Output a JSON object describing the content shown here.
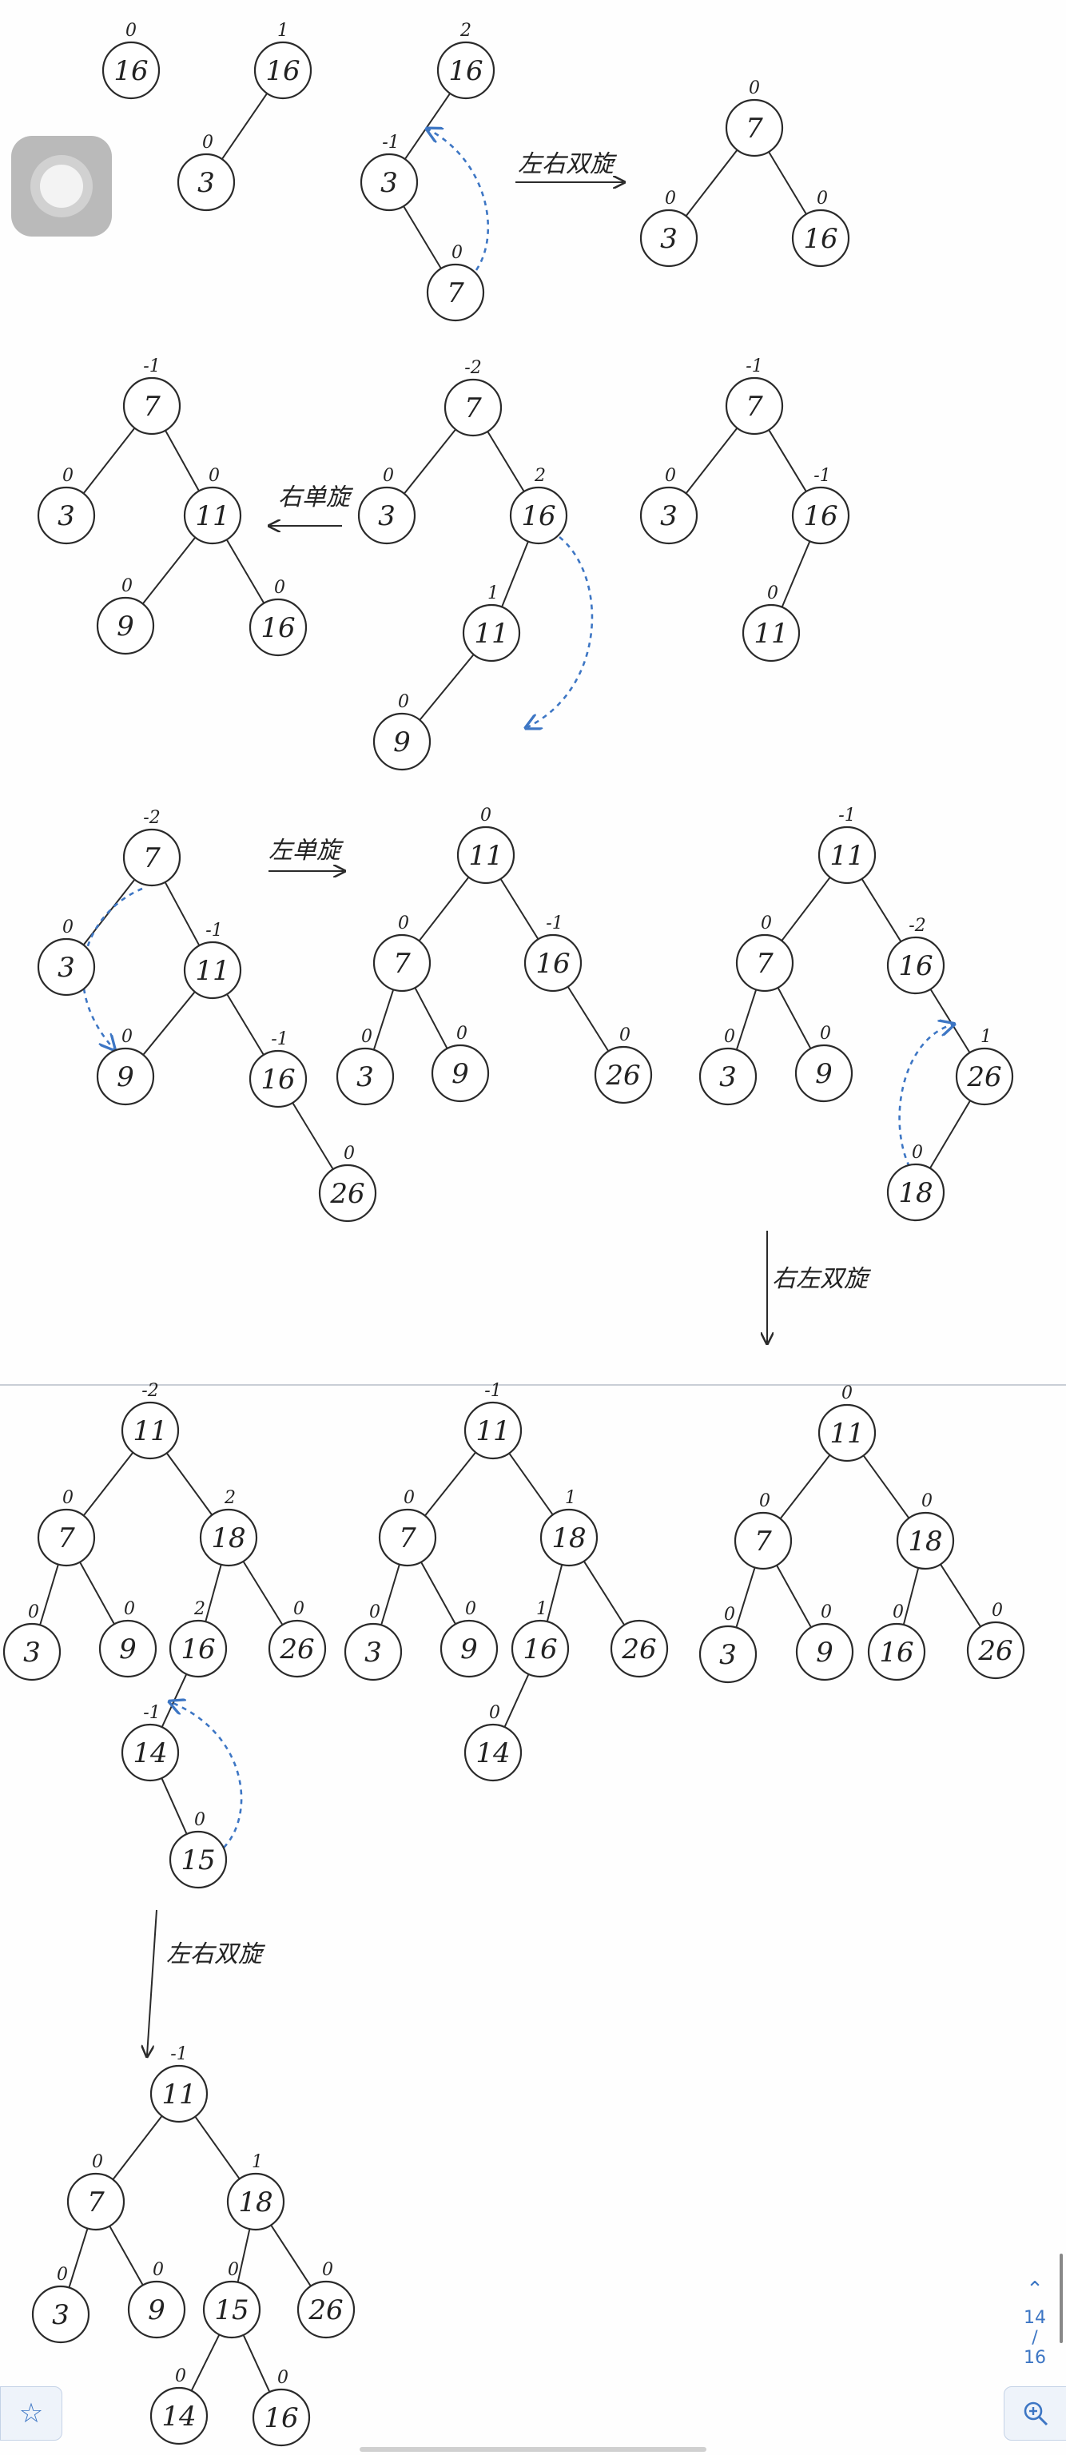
{
  "ui": {
    "page_current": "14",
    "page_separator": "/",
    "page_total": "16",
    "scroll_up_icon": "chevron-up-icon",
    "bookmark_icon": "star-icon",
    "zoom_icon": "zoom-in-icon",
    "accent_color": "#3d76c4"
  },
  "diagram": {
    "trees": [
      {
        "id": "t1",
        "nodes": [
          {
            "id": "a",
            "label": "16",
            "bf": "0"
          }
        ],
        "edges": []
      },
      {
        "id": "t2",
        "nodes": [
          {
            "id": "a",
            "label": "16",
            "bf": "1"
          },
          {
            "id": "b",
            "label": "3",
            "bf": "0"
          }
        ],
        "edges": [
          [
            "a",
            "b"
          ]
        ]
      },
      {
        "id": "t3",
        "nodes": [
          {
            "id": "a",
            "label": "16",
            "bf": "2"
          },
          {
            "id": "b",
            "label": "3",
            "bf": "-1"
          },
          {
            "id": "c",
            "label": "7",
            "bf": "0"
          }
        ],
        "edges": [
          [
            "a",
            "b"
          ],
          [
            "b",
            "c"
          ]
        ]
      },
      {
        "id": "t4",
        "nodes": [
          {
            "id": "a",
            "label": "7",
            "bf": "0"
          },
          {
            "id": "b",
            "label": "3",
            "bf": "0"
          },
          {
            "id": "c",
            "label": "16",
            "bf": "0"
          }
        ],
        "edges": [
          [
            "a",
            "b"
          ],
          [
            "a",
            "c"
          ]
        ]
      },
      {
        "id": "t5",
        "nodes": [
          {
            "id": "a",
            "label": "7",
            "bf": "-1"
          },
          {
            "id": "b",
            "label": "3",
            "bf": "0"
          },
          {
            "id": "c",
            "label": "11",
            "bf": "0"
          },
          {
            "id": "d",
            "label": "9",
            "bf": "0"
          },
          {
            "id": "e",
            "label": "16",
            "bf": "0"
          }
        ],
        "edges": [
          [
            "a",
            "b"
          ],
          [
            "a",
            "c"
          ],
          [
            "c",
            "d"
          ],
          [
            "c",
            "e"
          ]
        ]
      },
      {
        "id": "t6",
        "nodes": [
          {
            "id": "a",
            "label": "7",
            "bf": "-2"
          },
          {
            "id": "b",
            "label": "3",
            "bf": "0"
          },
          {
            "id": "c",
            "label": "16",
            "bf": "2"
          },
          {
            "id": "d",
            "label": "11",
            "bf": "1"
          },
          {
            "id": "e",
            "label": "9",
            "bf": "0"
          }
        ],
        "edges": [
          [
            "a",
            "b"
          ],
          [
            "a",
            "c"
          ],
          [
            "c",
            "d"
          ],
          [
            "d",
            "e"
          ]
        ]
      },
      {
        "id": "t7",
        "nodes": [
          {
            "id": "a",
            "label": "7",
            "bf": "-1"
          },
          {
            "id": "b",
            "label": "3",
            "bf": "0"
          },
          {
            "id": "c",
            "label": "16",
            "bf": "-1"
          },
          {
            "id": "d",
            "label": "11",
            "bf": "0"
          }
        ],
        "edges": [
          [
            "a",
            "b"
          ],
          [
            "a",
            "c"
          ],
          [
            "c",
            "d"
          ]
        ]
      },
      {
        "id": "t8",
        "nodes": [
          {
            "id": "a",
            "label": "7",
            "bf": "-2"
          },
          {
            "id": "b",
            "label": "3",
            "bf": "0"
          },
          {
            "id": "c",
            "label": "11",
            "bf": "-1"
          },
          {
            "id": "d",
            "label": "9",
            "bf": "0"
          },
          {
            "id": "e",
            "label": "16",
            "bf": "-1"
          },
          {
            "id": "f",
            "label": "26",
            "bf": "0"
          }
        ],
        "edges": [
          [
            "a",
            "b"
          ],
          [
            "a",
            "c"
          ],
          [
            "c",
            "d"
          ],
          [
            "c",
            "e"
          ],
          [
            "e",
            "f"
          ]
        ]
      },
      {
        "id": "t9",
        "nodes": [
          {
            "id": "a",
            "label": "11",
            "bf": "0"
          },
          {
            "id": "b",
            "label": "7",
            "bf": "0"
          },
          {
            "id": "c",
            "label": "16",
            "bf": "-1"
          },
          {
            "id": "d",
            "label": "3",
            "bf": "0"
          },
          {
            "id": "e",
            "label": "9",
            "bf": "0"
          },
          {
            "id": "f",
            "label": "26",
            "bf": "0"
          }
        ],
        "edges": [
          [
            "a",
            "b"
          ],
          [
            "a",
            "c"
          ],
          [
            "b",
            "d"
          ],
          [
            "b",
            "e"
          ],
          [
            "c",
            "f"
          ]
        ]
      },
      {
        "id": "t10",
        "nodes": [
          {
            "id": "a",
            "label": "11",
            "bf": "-1"
          },
          {
            "id": "b",
            "label": "7",
            "bf": "0"
          },
          {
            "id": "c",
            "label": "16",
            "bf": "-2"
          },
          {
            "id": "d",
            "label": "3",
            "bf": "0"
          },
          {
            "id": "e",
            "label": "9",
            "bf": "0"
          },
          {
            "id": "f",
            "label": "26",
            "bf": "1"
          },
          {
            "id": "g",
            "label": "18",
            "bf": "0"
          }
        ],
        "edges": [
          [
            "a",
            "b"
          ],
          [
            "a",
            "c"
          ],
          [
            "b",
            "d"
          ],
          [
            "b",
            "e"
          ],
          [
            "c",
            "f"
          ],
          [
            "f",
            "g"
          ]
        ]
      },
      {
        "id": "t11",
        "nodes": [
          {
            "id": "a",
            "label": "11",
            "bf": "-2"
          },
          {
            "id": "b",
            "label": "7",
            "bf": "0"
          },
          {
            "id": "c",
            "label": "18",
            "bf": "2"
          },
          {
            "id": "d",
            "label": "3",
            "bf": "0"
          },
          {
            "id": "e",
            "label": "9",
            "bf": "0"
          },
          {
            "id": "f",
            "label": "16",
            "bf": "2"
          },
          {
            "id": "g",
            "label": "26",
            "bf": "0"
          },
          {
            "id": "h",
            "label": "14",
            "bf": "-1"
          },
          {
            "id": "i",
            "label": "15",
            "bf": "0"
          }
        ],
        "edges": [
          [
            "a",
            "b"
          ],
          [
            "a",
            "c"
          ],
          [
            "b",
            "d"
          ],
          [
            "b",
            "e"
          ],
          [
            "c",
            "f"
          ],
          [
            "c",
            "g"
          ],
          [
            "f",
            "h"
          ],
          [
            "h",
            "i"
          ]
        ]
      },
      {
        "id": "t12",
        "nodes": [
          {
            "id": "a",
            "label": "11",
            "bf": "-1"
          },
          {
            "id": "b",
            "label": "7",
            "bf": "0"
          },
          {
            "id": "c",
            "label": "18",
            "bf": "1"
          },
          {
            "id": "d",
            "label": "3",
            "bf": "0"
          },
          {
            "id": "e",
            "label": "9",
            "bf": "0"
          },
          {
            "id": "f",
            "label": "16",
            "bf": "1"
          },
          {
            "id": "g",
            "label": "26",
            "bf": ""
          },
          {
            "id": "h",
            "label": "14",
            "bf": "0"
          }
        ],
        "edges": [
          [
            "a",
            "b"
          ],
          [
            "a",
            "c"
          ],
          [
            "b",
            "d"
          ],
          [
            "b",
            "e"
          ],
          [
            "c",
            "f"
          ],
          [
            "c",
            "g"
          ],
          [
            "f",
            "h"
          ]
        ]
      },
      {
        "id": "t13",
        "nodes": [
          {
            "id": "a",
            "label": "11",
            "bf": "0"
          },
          {
            "id": "b",
            "label": "7",
            "bf": "0"
          },
          {
            "id": "c",
            "label": "18",
            "bf": "0"
          },
          {
            "id": "d",
            "label": "3",
            "bf": "0"
          },
          {
            "id": "e",
            "label": "9",
            "bf": "0"
          },
          {
            "id": "f",
            "label": "16",
            "bf": "0"
          },
          {
            "id": "g",
            "label": "26",
            "bf": "0"
          }
        ],
        "edges": [
          [
            "a",
            "b"
          ],
          [
            "a",
            "c"
          ],
          [
            "b",
            "d"
          ],
          [
            "b",
            "e"
          ],
          [
            "c",
            "f"
          ],
          [
            "c",
            "g"
          ]
        ]
      },
      {
        "id": "t14",
        "nodes": [
          {
            "id": "a",
            "label": "11",
            "bf": "-1"
          },
          {
            "id": "b",
            "label": "7",
            "bf": "0"
          },
          {
            "id": "c",
            "label": "18",
            "bf": "1"
          },
          {
            "id": "d",
            "label": "3",
            "bf": "0"
          },
          {
            "id": "e",
            "label": "9",
            "bf": "0"
          },
          {
            "id": "f",
            "label": "15",
            "bf": "0"
          },
          {
            "id": "g",
            "label": "26",
            "bf": "0"
          },
          {
            "id": "h",
            "label": "14",
            "bf": "0"
          },
          {
            "id": "i",
            "label": "16",
            "bf": "0"
          }
        ],
        "edges": [
          [
            "a",
            "b"
          ],
          [
            "a",
            "c"
          ],
          [
            "b",
            "d"
          ],
          [
            "b",
            "e"
          ],
          [
            "c",
            "f"
          ],
          [
            "c",
            "g"
          ],
          [
            "f",
            "h"
          ],
          [
            "f",
            "i"
          ]
        ]
      }
    ],
    "rotations": [
      {
        "id": "r1",
        "label": "左右双旋",
        "direction": "right"
      },
      {
        "id": "r2",
        "label": "右单旋",
        "direction": "left"
      },
      {
        "id": "r3",
        "label": "左单旋",
        "direction": "right"
      },
      {
        "id": "r4",
        "label": "右左双旋",
        "direction": "down"
      },
      {
        "id": "r5",
        "label": "左右双旋",
        "direction": "down"
      }
    ]
  }
}
